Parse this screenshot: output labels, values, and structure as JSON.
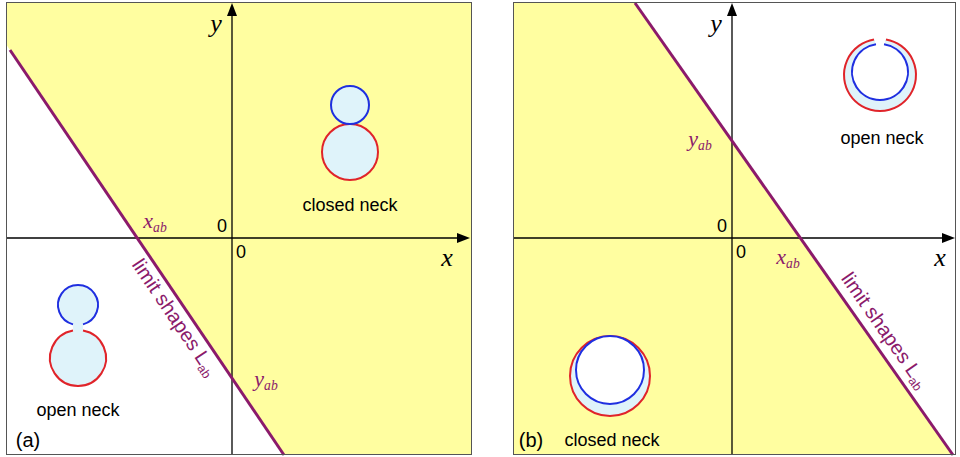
{
  "diagram": {
    "nodes": [
      {
        "text": [
          "y",
          "0",
          "0",
          "x",
          "xab",
          "yab",
          "limit shapes Lab",
          "closed neck",
          "open neck",
          "(a)"
        ]
      },
      {
        "text": [
          "y",
          "yab",
          "0",
          "0",
          "x",
          "xab",
          "limit shapes Lab",
          "open neck",
          "closed neck",
          "(b)"
        ]
      }
    ]
  }
}
